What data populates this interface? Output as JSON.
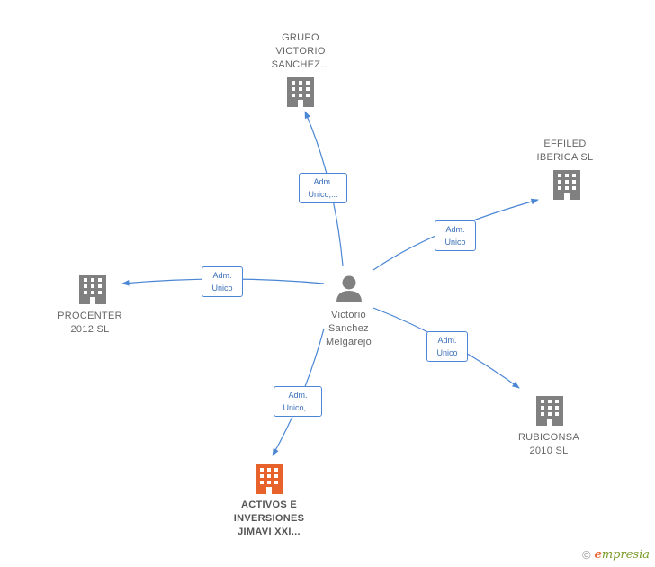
{
  "nodes": {
    "grupo": {
      "label": "GRUPO\nVICTORIO\nSANCHEZ...",
      "color": "#808080"
    },
    "effiled": {
      "label": "EFFILED\nIBERICA SL",
      "color": "#808080"
    },
    "procenter": {
      "label": "PROCENTER\n2012 SL",
      "color": "#808080"
    },
    "rubiconsa": {
      "label": "RUBICONSA\n2010 SL",
      "color": "#808080"
    },
    "activos": {
      "label": "ACTIVOS E\nINVERSIONES\nJIMAVI XXI...",
      "color": "#e8622c"
    },
    "person": {
      "label": "Victorio\nSanchez\nMelgarejo",
      "color": "#808080"
    }
  },
  "edges": {
    "grupo": "Adm.\nUnico,...",
    "effiled": "Adm.\nUnico",
    "procenter": "Adm.\nUnico",
    "rubiconsa": "Adm.\nUnico",
    "activos": "Adm.\nUnico,..."
  },
  "footer": {
    "copyright": "©",
    "brand_first": "e",
    "brand_rest": "mpresia"
  },
  "colors": {
    "edge": "#4a86d4",
    "building": "#808080",
    "highlight": "#e8622c"
  }
}
